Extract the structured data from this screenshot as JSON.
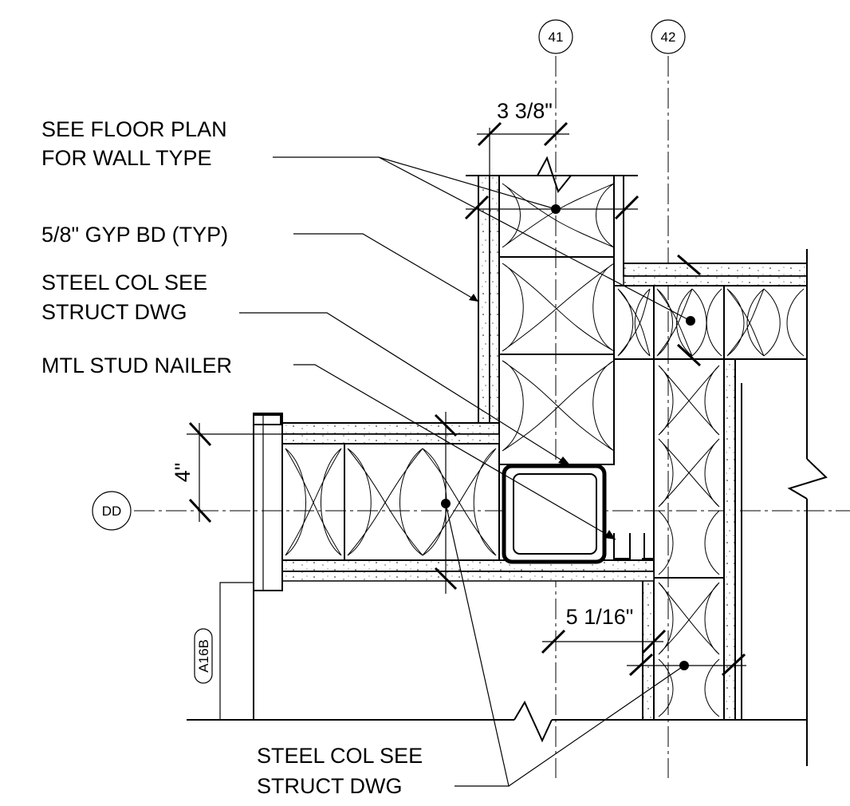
{
  "grid_bubbles": {
    "col_41": "41",
    "col_42": "42",
    "row_dd": "DD"
  },
  "section_tag": "A16B",
  "dimensions": {
    "stud_depth_top": "3 3/8\"",
    "offset_left": "4\"",
    "stud_depth_right": "5 1/16\""
  },
  "notes": {
    "wall_type": [
      "SEE FLOOR PLAN",
      "FOR WALL TYPE"
    ],
    "gyp_bd": "5/8\" GYP BD (TYP)",
    "steel_col_upper": [
      "STEEL COL SEE",
      "STRUCT DWG"
    ],
    "stud_nailer": "MTL STUD NAILER",
    "steel_col_lower": [
      "STEEL COL SEE",
      "STRUCT DWG"
    ]
  }
}
